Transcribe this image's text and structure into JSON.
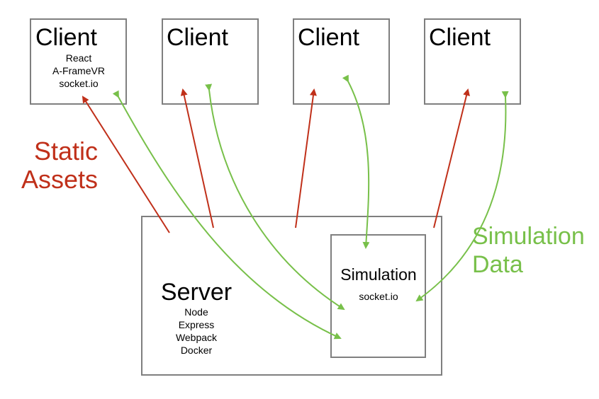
{
  "clients": [
    {
      "title": "Client",
      "details": [
        "React",
        "A-FrameVR",
        "socket.io"
      ]
    },
    {
      "title": "Client",
      "details": []
    },
    {
      "title": "Client",
      "details": []
    },
    {
      "title": "Client",
      "details": []
    }
  ],
  "server": {
    "title": "Server",
    "details": [
      "Node",
      "Express",
      "Webpack",
      "Docker"
    ]
  },
  "simulation": {
    "title": "Simulation",
    "details": [
      "socket.io"
    ]
  },
  "labels": {
    "static_assets": [
      "Static",
      "Assets"
    ],
    "simulation_data": [
      "Simulation",
      "Data"
    ]
  },
  "colors": {
    "static_assets": "#c0301a",
    "simulation_data": "#78c04a",
    "box_border": "#7f7f7f"
  }
}
